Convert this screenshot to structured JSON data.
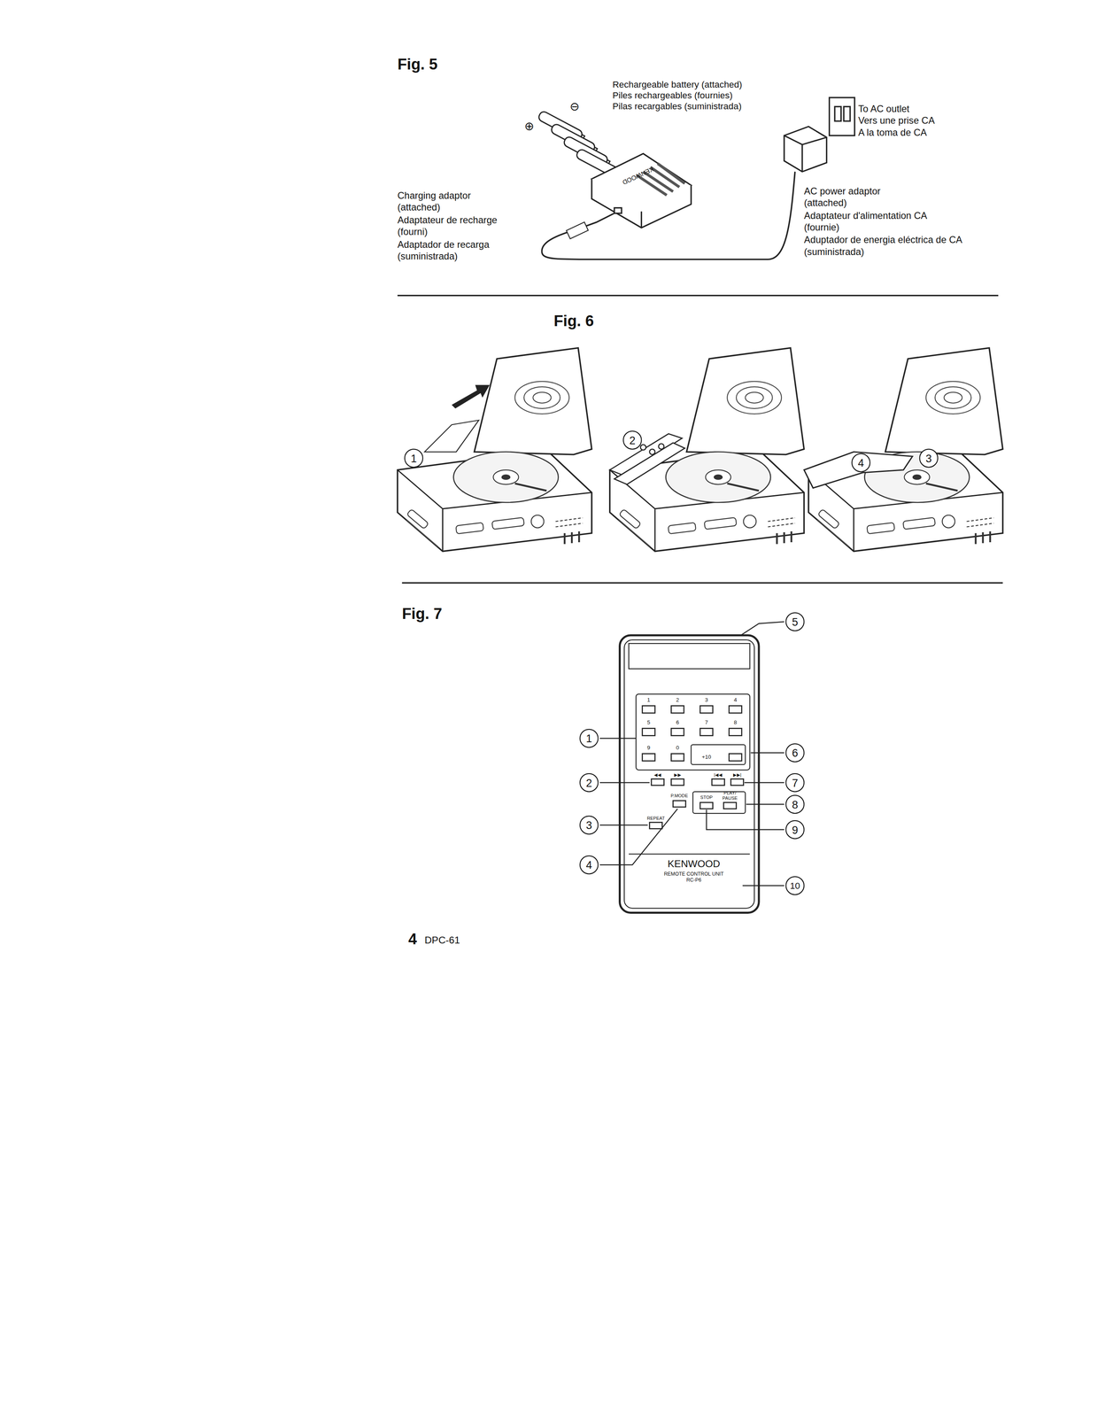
{
  "diagram": {
    "labels": [
      "Fig. 5",
      "Rechargeable battery (attached)",
      "Piles rechargeables (fournies)",
      "Pilas recargables (suministrada)",
      "⊕",
      "⊖",
      "KENWOOD",
      "To AC outlet",
      "Vers une prise CA",
      "A la toma de CA",
      "Charging adaptor (attached)",
      "Adaptateur de recharge (fourni)",
      "Adaptador de recarga (suministrada)",
      "AC power adaptor (attached)",
      "Adaptateur d'alimentation CA (fournie)",
      "Aduptador de energia eléctrica de CA (suministrada)",
      "Fig. 6",
      "1",
      "2",
      "4",
      "3",
      "Fig. 7",
      "5",
      "1",
      "6",
      "2",
      "7",
      "8",
      "3",
      "9",
      "4",
      "10",
      "1",
      "2",
      "3",
      "4",
      "5",
      "6",
      "7",
      "8",
      "9",
      "0",
      "+10",
      "◀◀",
      "▶▶",
      "|◀◀",
      "▶▶|",
      "P.MODE",
      "STOP",
      "PLAY/ PAUSE",
      "REPEAT",
      "KENWOOD",
      "REMOTE CONTROL UNIT",
      "RC-P6",
      "4",
      "DPC-61"
    ]
  }
}
